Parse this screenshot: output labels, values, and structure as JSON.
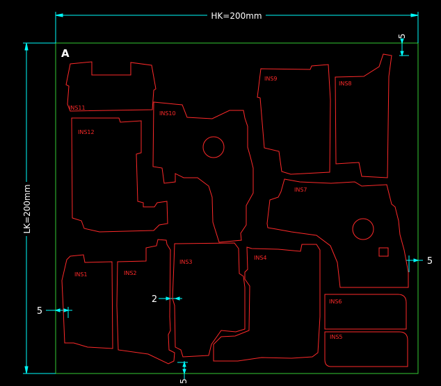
{
  "sheet": {
    "label": "A",
    "width_label": "HK=200mm",
    "height_label": "LK=200mm"
  },
  "margins": {
    "top": "5",
    "bottom": "5",
    "left": "5",
    "right": "5",
    "gap": "2"
  },
  "parts": [
    {
      "id": "INS11"
    },
    {
      "id": "INS12"
    },
    {
      "id": "INS10"
    },
    {
      "id": "INS9"
    },
    {
      "id": "INS8"
    },
    {
      "id": "INS7"
    },
    {
      "id": "INS1"
    },
    {
      "id": "INS2"
    },
    {
      "id": "INS3"
    },
    {
      "id": "INS4"
    },
    {
      "id": "INS6"
    },
    {
      "id": "INS5"
    }
  ],
  "colors": {
    "background": "#000000",
    "sheet_border": "#33cc33",
    "dimension": "#00ffff",
    "part_outline": "#ff2a2a",
    "text": "#ffffff"
  }
}
